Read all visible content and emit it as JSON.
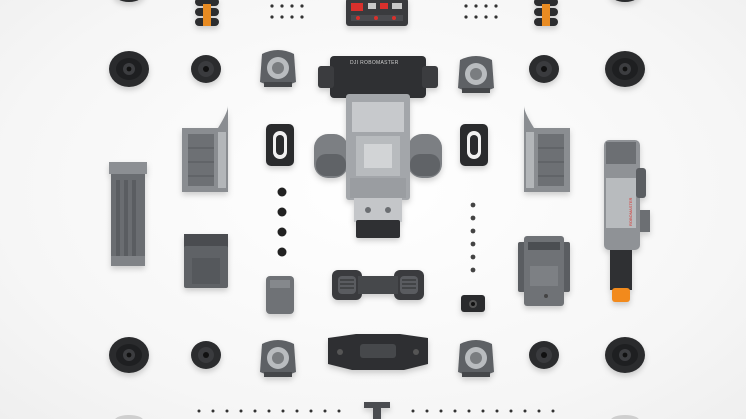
{
  "scene": {
    "description_type": "product flat-lay photograph",
    "background_color": "#f7f7f7",
    "palette": {
      "dark_part": "#2d2e30",
      "mid_part": "#55585c",
      "light_part": "#a9acaf",
      "accent_orange": "#f28a1c",
      "accent_red": "#d9302c"
    }
  },
  "labels": {
    "chassis_logo": "DJI ROBOMASTER",
    "blaster_logo": "ROBOMASTER"
  }
}
